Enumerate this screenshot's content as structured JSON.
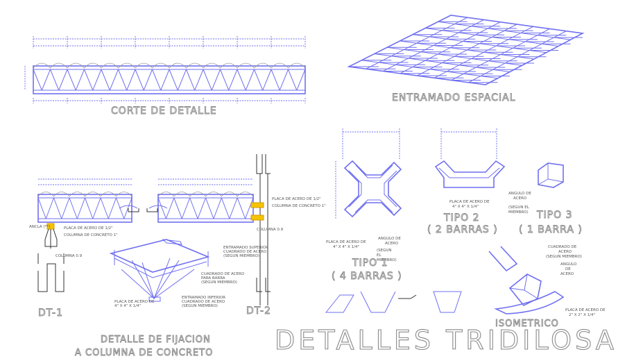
{
  "titles": {
    "corte": "CORTE DE DETALLE",
    "entramado": "ENTRAMADO ESPACIAL",
    "fijacion_1": "DETALLE DE FIJACION",
    "fijacion_2": "A COLUMNA DE CONCRETO",
    "main": "DETALLES TRIDILOSA",
    "dt1": "DT-1",
    "dt2": "DT-2",
    "tipo1": "TIPO 1",
    "tipo1_sub": "( 4 BARRAS )",
    "tipo2": "TIPO 2",
    "tipo2_sub": "( 2 BARRAS )",
    "tipo3": "TIPO 3",
    "tipo3_sub": "( 1 BARRA  )",
    "isometrico": "ISOMETRICO"
  },
  "notes": {
    "placa_tipo1_1": "PLACA DE ACERO DE",
    "placa_tipo1_2": "4\" X 4\" X 1/4\"",
    "angulo_1": "ANGULO DE",
    "angulo_2": "ACERO",
    "segun_1": "(SEGUN",
    "segun_2": "EL",
    "segun_3": "MIEMBRO)",
    "placa_tipo2_1": "PLACA DE ACERO DE",
    "placa_tipo2_2": "4\" X 4\" X 1/4\"",
    "angulo2_1": "ANGULO DE",
    "angulo2_2": "ACERO",
    "segun2": "(SEGUN EL",
    "segun2_b": "MIEMBRO)",
    "cuadrado_1": "CUADRADO DE",
    "cuadrado_2": "ACERO",
    "cuadrado_3": "(SEGUN MIEMBRO)",
    "angulo3_1": "ANGULO",
    "angulo3_2": "DE",
    "angulo3_3": "ACERO",
    "placa_iso_1": "PLACA DE ACERO DE",
    "placa_iso_2": "2\" X 2\" X 1/4\"",
    "columna": "COLUMNA 0.9",
    "entramado_sup_1": "ENTRAMADO SUPERIOR",
    "entramado_sup_2": "CUADRADO DE ACERO",
    "entramado_sup_3": "(SEGUN MIEMBRO)",
    "diagonal_1": "CUADRADO DE ACERO",
    "diagonal_2": "PARA BARRA",
    "diagonal_3": "(SEGUN MIEMBRO)",
    "placa_fij_1": "PLACA DE ACERO DE",
    "placa_fij_2": "4\" X 4\" X 1/4\"",
    "entramado_inf_1": "ENTRAMADO INFERIOR",
    "entramado_inf_2": "CUADRADO DE ACERO",
    "entramado_inf_3": "(SEGUN MIEMBRO)",
    "ancla_1": "ANCLA (**)",
    "placa_dt1_1": "PLACA DE ACERO DE 1/2\"",
    "placa_dt1_2": "COLUMNA DE CONCRETO 1\"",
    "columna_dt1": "COLUMNA 0.9",
    "placa_dt2_1": "PLACA DE ACERO DE 1/2\"",
    "placa_dt2_2": "COLUMNA DE CONCRETO 1\""
  },
  "colors": {
    "linework": "#6f6ff0",
    "dimension": "#3c3cf0",
    "title": "#8a8a8a",
    "detail": "#333333",
    "anchor": "#f3c400"
  }
}
